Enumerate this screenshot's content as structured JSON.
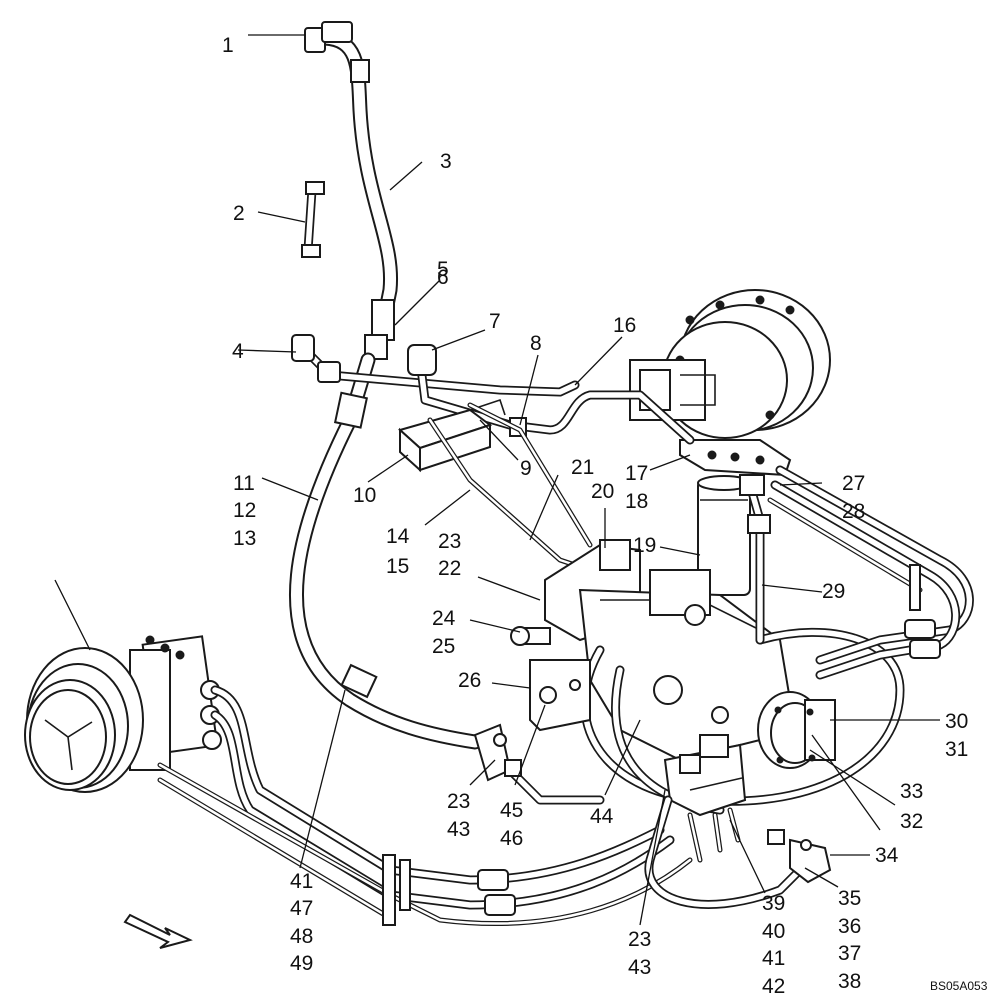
{
  "drawing": {
    "code": "BS05A053",
    "callouts": [
      {
        "label": "1"
      },
      {
        "label": "2"
      },
      {
        "label": "3"
      },
      {
        "label": "4"
      },
      {
        "label": "5"
      },
      {
        "label": "6"
      },
      {
        "label": "7"
      },
      {
        "label": "8"
      },
      {
        "label": "9"
      },
      {
        "label": "10"
      },
      {
        "label": "11"
      },
      {
        "label": "12"
      },
      {
        "label": "13"
      },
      {
        "label": "14"
      },
      {
        "label": "15"
      },
      {
        "label": "16"
      },
      {
        "label": "17"
      },
      {
        "label": "18"
      },
      {
        "label": "19"
      },
      {
        "label": "20"
      },
      {
        "label": "21"
      },
      {
        "label": "23"
      },
      {
        "label": "22"
      },
      {
        "label": "24"
      },
      {
        "label": "25"
      },
      {
        "label": "26"
      },
      {
        "label": "23"
      },
      {
        "label": "43"
      },
      {
        "label": "45"
      },
      {
        "label": "46"
      },
      {
        "label": "44"
      },
      {
        "label": "27"
      },
      {
        "label": "28"
      },
      {
        "label": "29"
      },
      {
        "label": "30"
      },
      {
        "label": "31"
      },
      {
        "label": "33"
      },
      {
        "label": "32"
      },
      {
        "label": "34"
      },
      {
        "label": "35"
      },
      {
        "label": "36"
      },
      {
        "label": "37"
      },
      {
        "label": "38"
      },
      {
        "label": "39"
      },
      {
        "label": "40"
      },
      {
        "label": "41"
      },
      {
        "label": "42"
      },
      {
        "label": "23"
      },
      {
        "label": "43"
      },
      {
        "label": "41"
      },
      {
        "label": "47"
      },
      {
        "label": "48"
      },
      {
        "label": "49"
      }
    ]
  }
}
